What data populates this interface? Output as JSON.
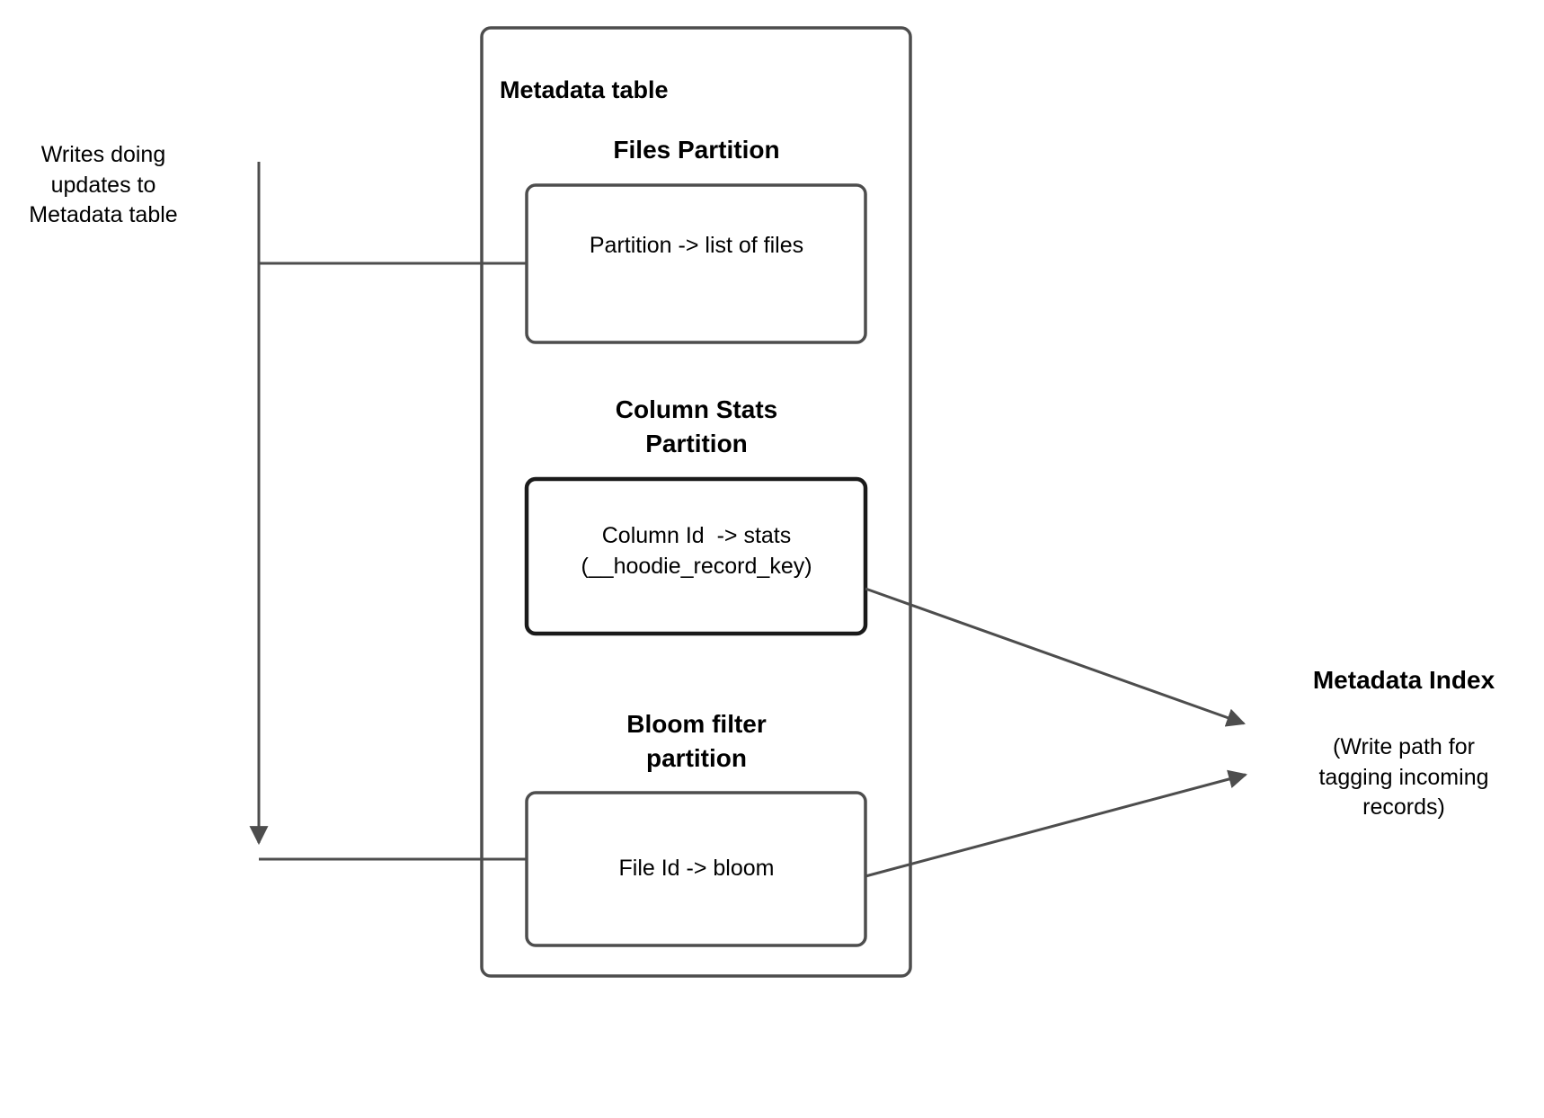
{
  "diagram": {
    "title_hidden": "Hudi metadata table write path",
    "colors": {
      "stroke": "#4d4d4d",
      "stroke_dark": "#1a1a1a",
      "arrow_fill": "#4d4d4d",
      "text": "#000000",
      "background": "#ffffff"
    },
    "left_label": "Writes doing\nupdates to\nMetadata table",
    "container": {
      "title": "Metadata table"
    },
    "partitions": [
      {
        "heading": "Files Partition",
        "box_text": "Partition -> list of files"
      },
      {
        "heading": "Column Stats\nPartition",
        "box_text": "Column Id  -> stats\n(__hoodie_record_key)"
      },
      {
        "heading": "Bloom filter\npartition",
        "box_text": "File Id -> bloom"
      }
    ],
    "right_label": {
      "title": "Metadata Index",
      "note": "(Write path for\ntagging incoming\nrecords)"
    }
  }
}
